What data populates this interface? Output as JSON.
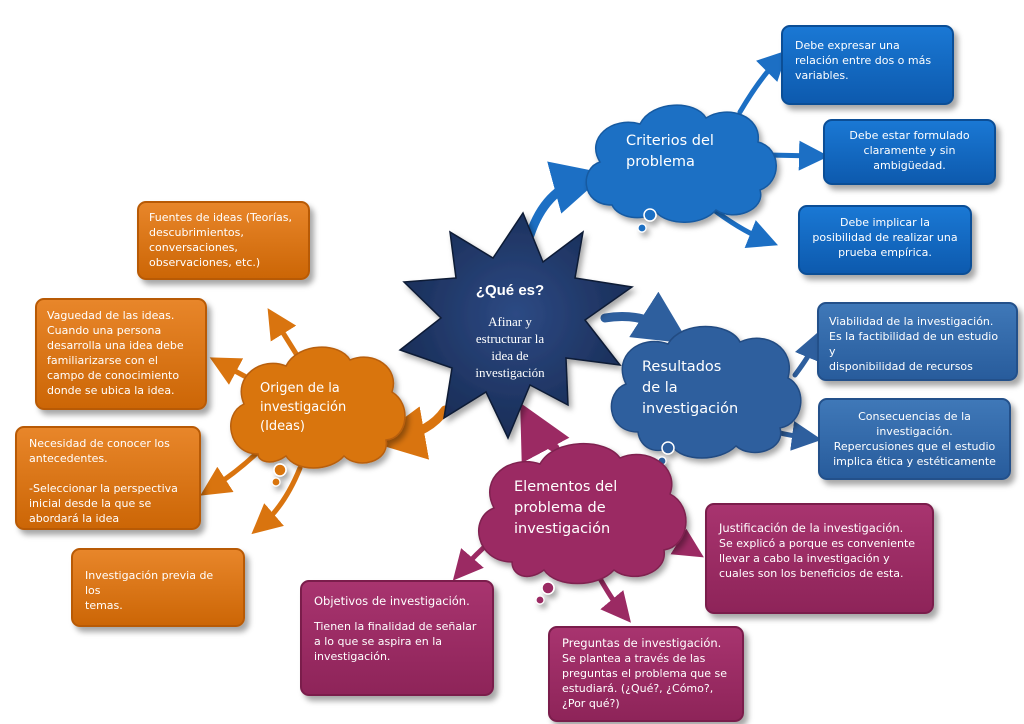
{
  "center": {
    "title": "¿Qué es?",
    "text": "Afinar y\nestructurar la\nidea de\ninvestigación",
    "color": "#1f3566"
  },
  "clouds": {
    "criterios": {
      "label": "Criterios del\nproblema",
      "color": "#1c6fc4"
    },
    "resultados": {
      "label": "Resultados\nde la\ninvestigación",
      "color": "#2e5f9e"
    },
    "origen": {
      "label": "Origen de la\ninvestigación\n(Ideas)",
      "color": "#d9740f"
    },
    "elementos": {
      "label": "Elementos del\nproblema de\ninvestigación",
      "color": "#9b2a63"
    }
  },
  "criterios_items": [
    "Debe expresar una\nrelación entre dos o más\nvariables.",
    "Debe estar formulado\nclaramente y sin\nambigüedad.",
    "Debe implicar la\nposibilidad de realizar una\nprueba empírica."
  ],
  "resultados_items": [
    "Viabilidad de la investigación.\nEs la factibilidad de un estudio y\ndisponibilidad de recursos",
    "Consecuencias de la\ninvestigación.\nRepercusiones que el estudio\nimplica ética y estéticamente"
  ],
  "origen_items": [
    "Fuentes de ideas (Teorías,\ndescubrimientos,\nconversaciones,\nobservaciones, etc.)",
    "Vaguedad de las ideas.\nCuando una persona\ndesarrolla una idea debe\nfamiliarizarse con el\ncampo de conocimiento\ndonde se ubica la idea.",
    "Necesidad de conocer los\nantecedentes.\n\n-Seleccionar la perspectiva\ninicial desde la que se\nabordará la idea",
    "Investigación previa de los\ntemas."
  ],
  "elementos_items": [
    {
      "title": "Justificación de la investigación.",
      "text": "Se explicó a porque es conveniente\nllevar a cabo la investigación  y\ncuales son los beneficios de esta."
    },
    {
      "title": "Objetivos de investigación.",
      "text": "Tienen la finalidad de señalar\na lo que se aspira en la\ninvestigación."
    },
    {
      "title": "Preguntas de investigación.",
      "text": "Se plantea a través de las\npreguntas el problema que se\nestudiará. (¿Qué?, ¿Cómo?,\n¿Por qué?)"
    }
  ],
  "colors": {
    "orange": "#d9740f",
    "blue": "#1c6fc4",
    "steel": "#2e5f9e",
    "plum": "#9b2a63",
    "navy": "#1f3566"
  }
}
